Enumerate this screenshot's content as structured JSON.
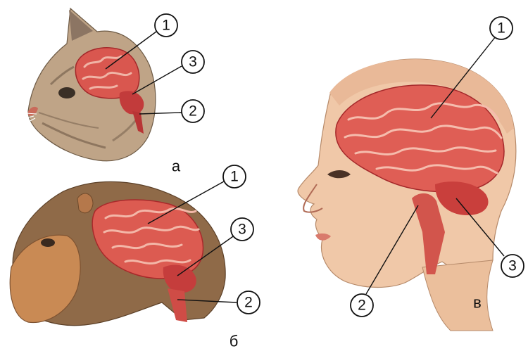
{
  "figures": {
    "cat": {
      "letter": "а",
      "markers": [
        "1",
        "3",
        "2"
      ]
    },
    "monkey": {
      "letter": "б",
      "markers": [
        "1",
        "3",
        "2"
      ]
    },
    "human": {
      "letter": "в",
      "markers": [
        "1",
        "2",
        "3"
      ]
    }
  }
}
